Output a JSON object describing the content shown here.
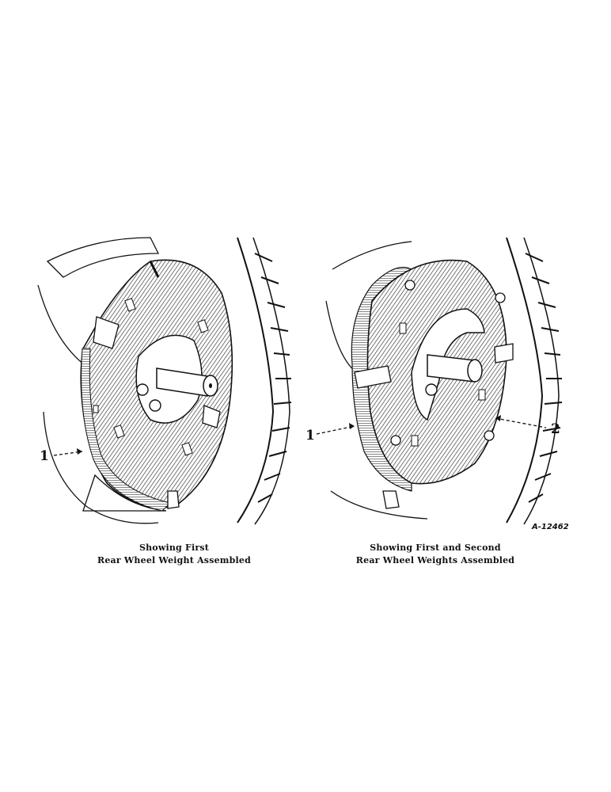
{
  "figure": {
    "left_panel": {
      "caption_line1": "Showing First",
      "caption_line2": "Rear Wheel Weight Assembled",
      "callout": "1"
    },
    "right_panel": {
      "caption_line1": "Showing First and Second",
      "caption_line2": "Rear Wheel Weights Assembled",
      "callout_1": "1",
      "callout_2": "2"
    },
    "figure_id": "A-12462"
  }
}
